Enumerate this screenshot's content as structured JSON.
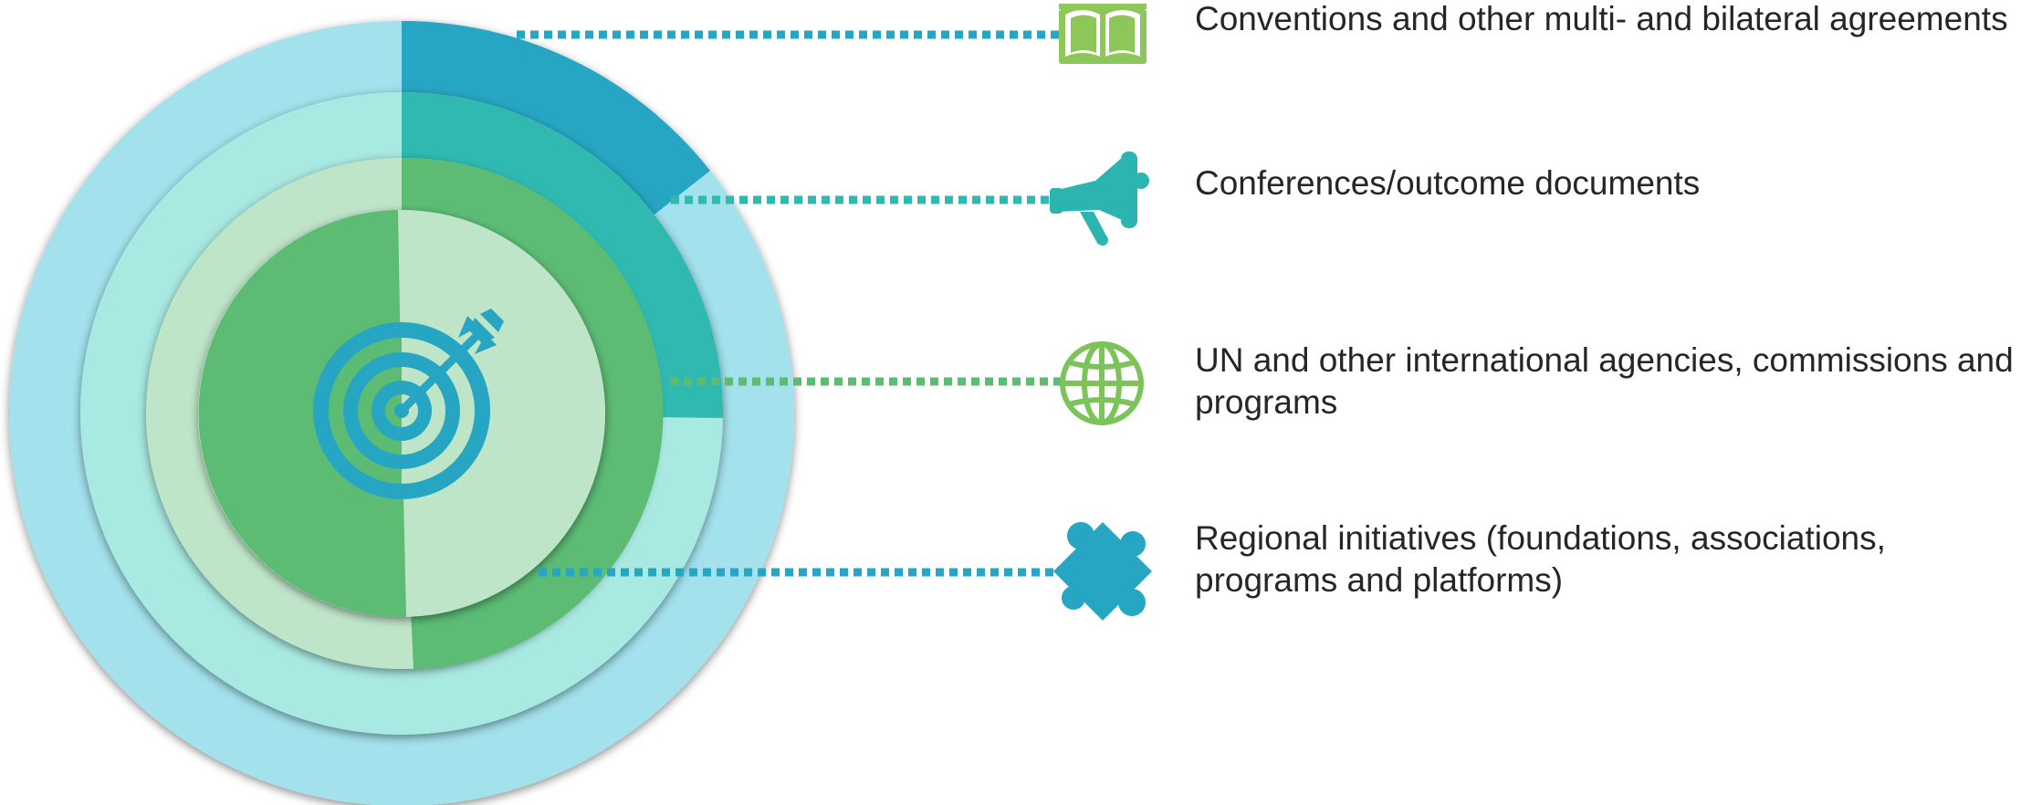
{
  "items": [
    {
      "label": "Conventions and other multi- and bilateral agreements",
      "icon": "open-book-icon",
      "icon_color": "#8dc75a"
    },
    {
      "label": "Conferences/outcome documents",
      "icon": "megaphone-icon",
      "icon_color": "#2cb5b0"
    },
    {
      "label": "UN and other international agencies, commissions and programs",
      "icon": "globe-icon",
      "icon_color": "#7cc35a"
    },
    {
      "label": "Regional initiatives (foundations, associations, programs and platforms)",
      "icon": "puzzle-piece-icon",
      "icon_color": "#27a6c4"
    }
  ],
  "center_icon": "target-with-arrow-icon",
  "colors": {
    "outer_ring_light": "#a3e1ec",
    "outer_ring_dark": "#27a6c4",
    "second_ring_light": "#a8e9e1",
    "second_ring_dark": "#2fb9b1",
    "third_ring_light": "#bfe5c9",
    "third_ring_dark": "#5cbc74",
    "core_light": "#bfe5c9",
    "core_dark": "#5cbc74",
    "target": "#27a6c4",
    "connector_teal": "#27a6c4",
    "connector_green": "#5cbc74"
  }
}
